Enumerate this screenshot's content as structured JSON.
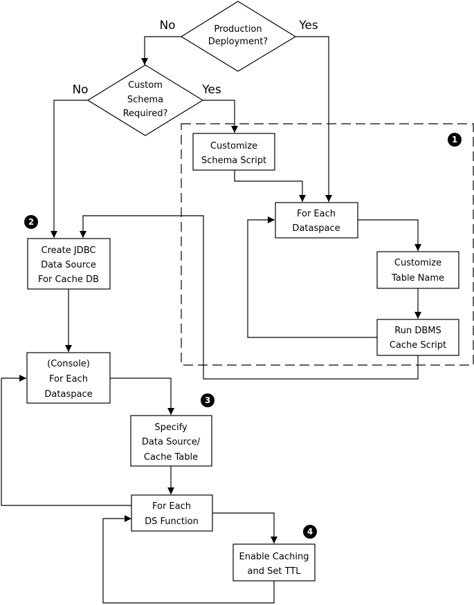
{
  "decisions": {
    "production": {
      "lines": [
        "Production",
        "Deployment?"
      ],
      "no": "No",
      "yes": "Yes"
    },
    "custom_schema": {
      "lines": [
        "Custom",
        "Schema",
        "Required?"
      ],
      "no": "No",
      "yes": "Yes"
    }
  },
  "steps": {
    "customize_schema": [
      "Customize",
      "Schema Script"
    ],
    "for_each_dataspace": [
      "For Each",
      "Dataspace"
    ],
    "customize_table": [
      "Customize",
      "Table Name"
    ],
    "run_dbms": [
      "Run DBMS",
      "Cache Script"
    ],
    "create_jdbc": [
      "Create JDBC",
      "Data Source",
      "For Cache DB"
    ],
    "console_for_each": [
      "(Console)",
      "For Each",
      "Dataspace"
    ],
    "specify_source": [
      "Specify",
      "Data Source/",
      "Cache Table"
    ],
    "for_each_function": [
      "For Each",
      "DS Function"
    ],
    "enable_caching": [
      "Enable Caching",
      "and Set TTL"
    ]
  },
  "badges": [
    "1",
    "2",
    "3",
    "4"
  ]
}
